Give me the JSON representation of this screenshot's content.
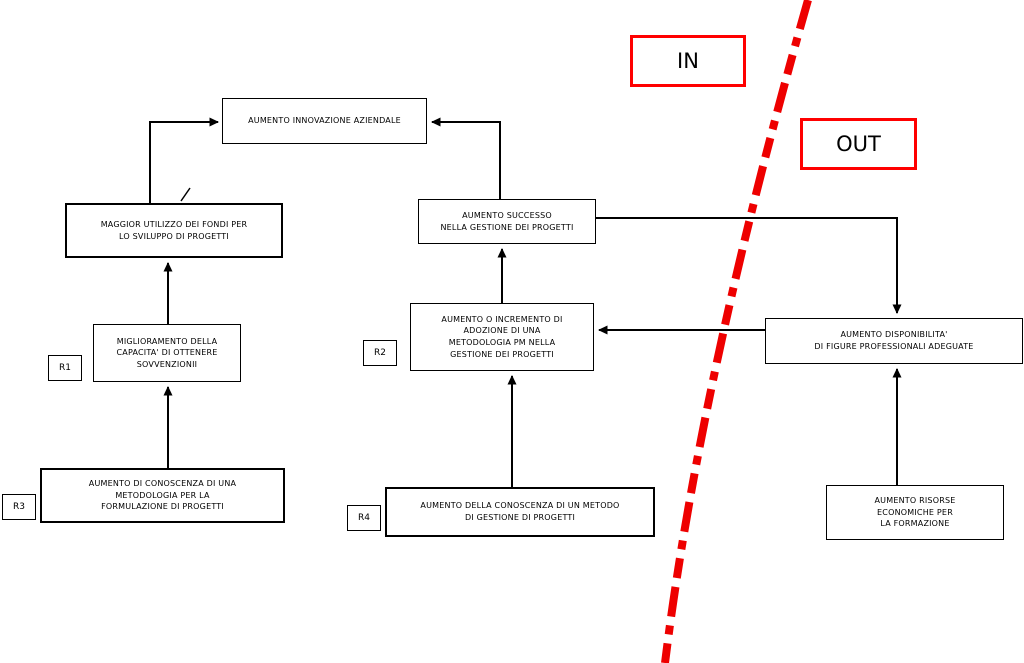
{
  "diagram": {
    "title": "causal-loop-diagram",
    "zones": {
      "in_label": "IN",
      "out_label": "OUT"
    },
    "boxes": {
      "innovation": {
        "label": "AUMENTO INNOVAZIONE AZIENDALE"
      },
      "maggior_utilizzo": {
        "label": "MAGGIOR UTILIZZO DEI FONDI PER\nLO SVILUPPO DI PROGETTI"
      },
      "successo_gestione": {
        "label": "AUMENTO SUCCESSO\nNELLA GESTIONE DEI PROGETTI"
      },
      "miglioramento_capacita": {
        "label": "MIGLIORAMENTO DELLA\nCAPACITA' DI OTTENERE\nSOVVENZIONII"
      },
      "adozione_metodologia": {
        "label": "AUMENTO O INCREMENTO DI\nADOZIONE DI UNA\nMETODOLOGIA PM  NELLA\nGESTIONE DEI PROGETTI"
      },
      "disponibilita_figure": {
        "label": "AUMENTO DISPONIBILITA'\nDI  FIGURE PROFESSIONALI ADEGUATE"
      },
      "conoscenza_metodologia": {
        "label": "AUMENTO DI CONOSCENZA DI UNA\nMETODOLOGIA PER LA\nFORMULAZIONE DI PROGETTI"
      },
      "conoscenza_metodo": {
        "label": "AUMENTO DELLA CONOSCENZA DI UN METODO\nDI GESTIONE DI PROGETTI"
      },
      "risorse_economiche": {
        "label": "AUMENTO RISORSE\nECONOMICHE PER\nLA FORMAZIONE"
      }
    },
    "loop_labels": {
      "r1": "R1",
      "r2": "R2",
      "r3": "R3",
      "r4": "R4"
    },
    "colors": {
      "zone_border": "#ff0000",
      "divider_line": "#ee0000",
      "box_border": "#000000",
      "arrow": "#000000"
    }
  }
}
